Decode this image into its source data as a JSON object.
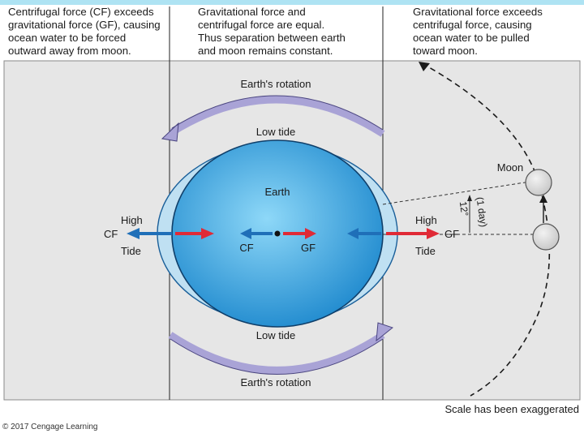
{
  "captions": {
    "left": "Centrifugal force (CF) exceeds\ngravitational force (GF), causing\nocean water to be forced\noutward away from moon.",
    "middle": "Gravitational force and\ncentrifugal force are equal.\nThus separation between earth\nand moon remains constant.",
    "right": "Gravitational force exceeds\ncentrifugal force, causing\nocean water to be pulled\ntoward moon."
  },
  "labels": {
    "rotation_top": "Earth's rotation",
    "rotation_bottom": "Earth's rotation",
    "low_tide_top": "Low tide",
    "low_tide_bottom": "Low tide",
    "earth": "Earth",
    "moon": "Moon",
    "left_high": "High",
    "left_cf": "CF",
    "left_tide": "Tide",
    "center_cf": "CF",
    "center_gf": "GF",
    "right_high": "High",
    "right_gf": "GF",
    "right_tide": "Tide",
    "orbit_angle": "12°",
    "orbit_period": "(1 day)"
  },
  "note": "Scale has been exaggerated",
  "copyright": "© 2017 Cengage Learning",
  "colors": {
    "banner": "#aee3f3",
    "panel_background": "#e6e6e6",
    "earth_center": "#8ed8f8",
    "earth_edge": "#1a86cc",
    "tidal_bulge": "#bfe0f2",
    "cf_arrow": "#1f6fb8",
    "gf_arrow": "#e02a36",
    "rotation_arrow": "#a9a3d6",
    "moon": "#c9c9c9"
  }
}
